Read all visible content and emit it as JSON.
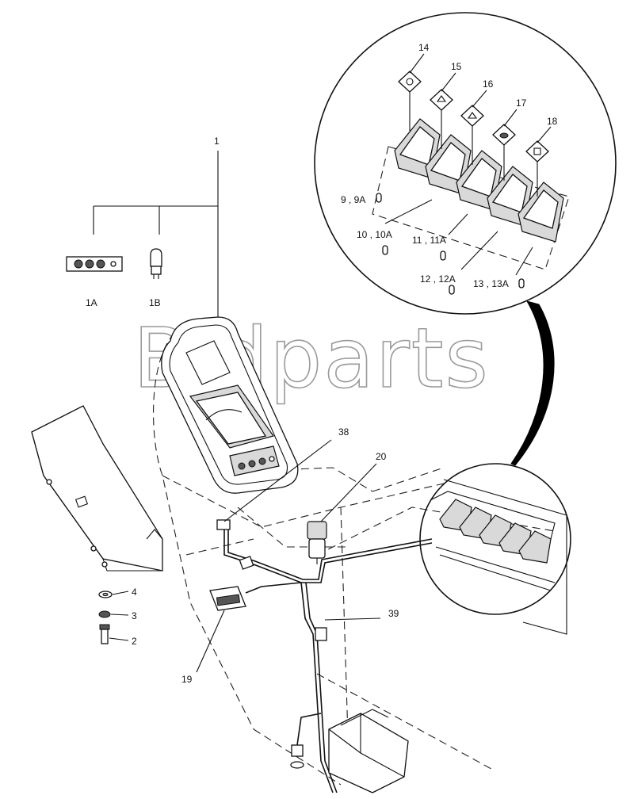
{
  "watermark": "Bidparts",
  "callouts": {
    "c1": "1",
    "c1a": "1A",
    "c1b": "1B",
    "c2": "2",
    "c3": "3",
    "c4": "4",
    "c9": "9 , 9A",
    "c10": "10 , 10A",
    "c11": "11 , 11A",
    "c12": "12 , 12A",
    "c13": "13 , 13A",
    "c14": "14",
    "c15": "15",
    "c16": "16",
    "c17": "17",
    "c18": "18",
    "c19": "19",
    "c20": "20",
    "c38": "38",
    "c39": "39"
  }
}
